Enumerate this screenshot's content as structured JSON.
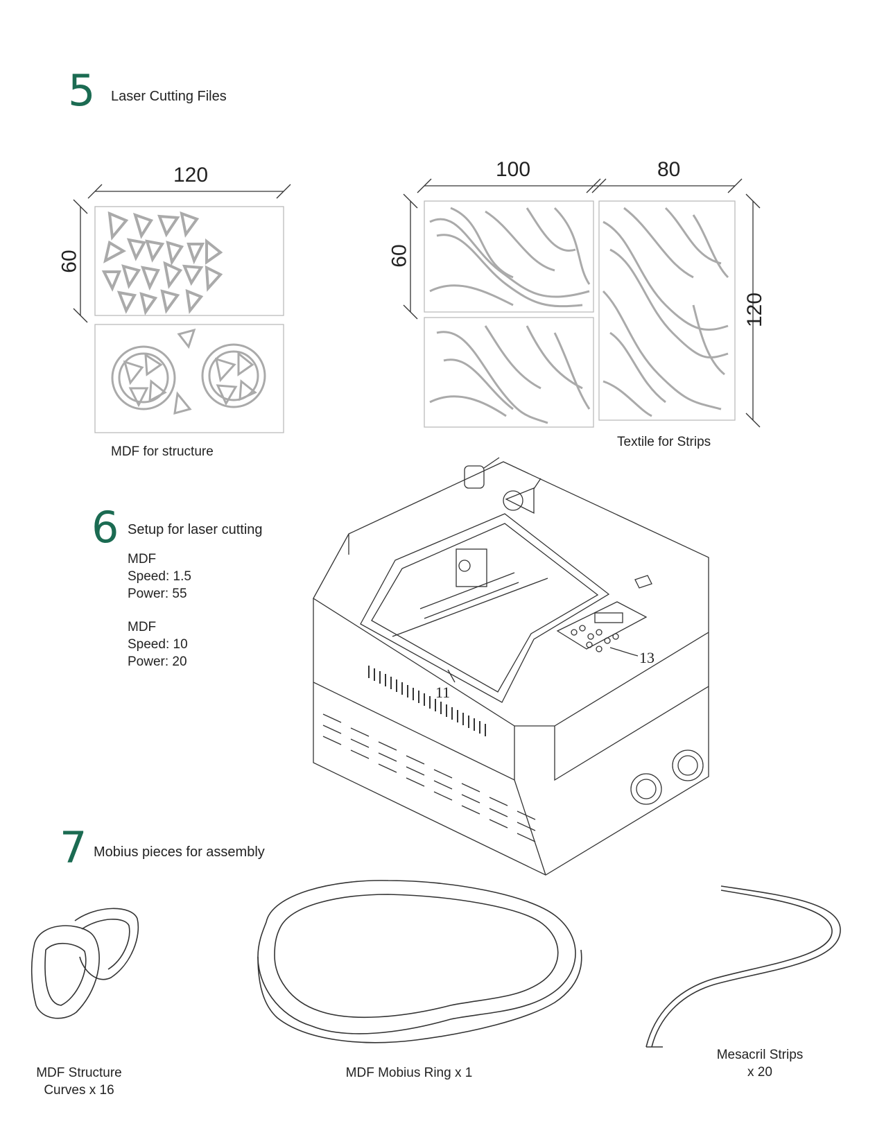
{
  "sections": [
    {
      "number": "5",
      "title": "Laser Cutting Files"
    },
    {
      "number": "6",
      "title": "Setup for laser cutting"
    },
    {
      "number": "7",
      "title": "Mobius pieces for assembly"
    }
  ],
  "laser_files": {
    "mdf": {
      "width_label": "120",
      "height_label": "60",
      "caption": "MDF for structure"
    },
    "textile": {
      "width_a_label": "100",
      "width_b_label": "80",
      "height_left_label": "60",
      "height_right_label": "120",
      "caption": "Textile for Strips"
    }
  },
  "setup": {
    "blocks": [
      {
        "material": "MDF",
        "speed": "Speed: 1.5",
        "power": "Power: 55"
      },
      {
        "material": "MDF",
        "speed": "Speed: 10",
        "power": "Power: 20"
      }
    ],
    "callouts": {
      "bed": "11",
      "panel": "13"
    }
  },
  "pieces": [
    {
      "caption_line1": "MDF Structure",
      "caption_line2": "Curves x 16"
    },
    {
      "caption_line1": "MDF Mobius Ring x 1",
      "caption_line2": ""
    },
    {
      "caption_line1": "Mesacril Strips",
      "caption_line2": "x 20"
    }
  ]
}
